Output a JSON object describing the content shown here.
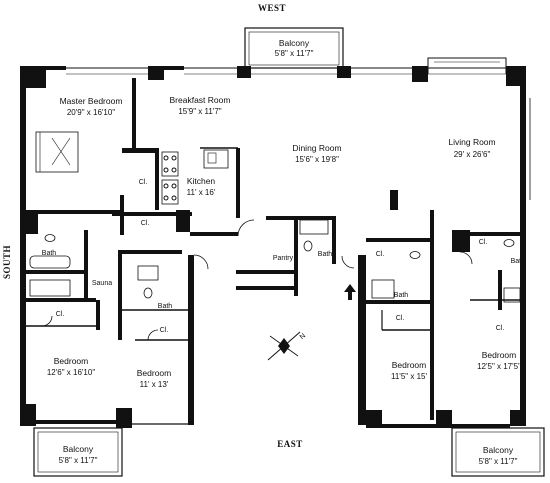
{
  "compass": {
    "west": "WEST",
    "east": "EAST",
    "south": "SOUTH",
    "north_mark": "N"
  },
  "rooms": {
    "master_bedroom": {
      "name": "Master Bedroom",
      "dims": "20'9\" x 16'10\""
    },
    "breakfast_room": {
      "name": "Breakfast Room",
      "dims": "15'9\" x 11'7\""
    },
    "dining_room": {
      "name": "Dining Room",
      "dims": "15'6\" x 19'8\""
    },
    "living_room": {
      "name": "Living Room",
      "dims": "29' x 26'6\""
    },
    "kitchen": {
      "name": "Kitchen",
      "dims": "11' x 16'"
    },
    "bedroom_sw": {
      "name": "Bedroom",
      "dims": "12'6\" x 16'10\""
    },
    "bedroom_s2": {
      "name": "Bedroom",
      "dims": "11' x 13'"
    },
    "bedroom_e1": {
      "name": "Bedroom",
      "dims": "11'5\" x 15'"
    },
    "bedroom_e2": {
      "name": "Bedroom",
      "dims": "12'5\" x 17'5\""
    }
  },
  "balconies": {
    "west": {
      "name": "Balcony",
      "dims": "5'8\" x 11'7\""
    },
    "south_sw": {
      "name": "Balcony",
      "dims": "5'8\" x 11'7\""
    },
    "south_se": {
      "name": "Balcony",
      "dims": "5'8\" x 11'7\""
    }
  },
  "small_rooms": {
    "bath": "Bath",
    "closet": "Cl.",
    "sauna": "Sauna",
    "pantry": "Pantry"
  }
}
